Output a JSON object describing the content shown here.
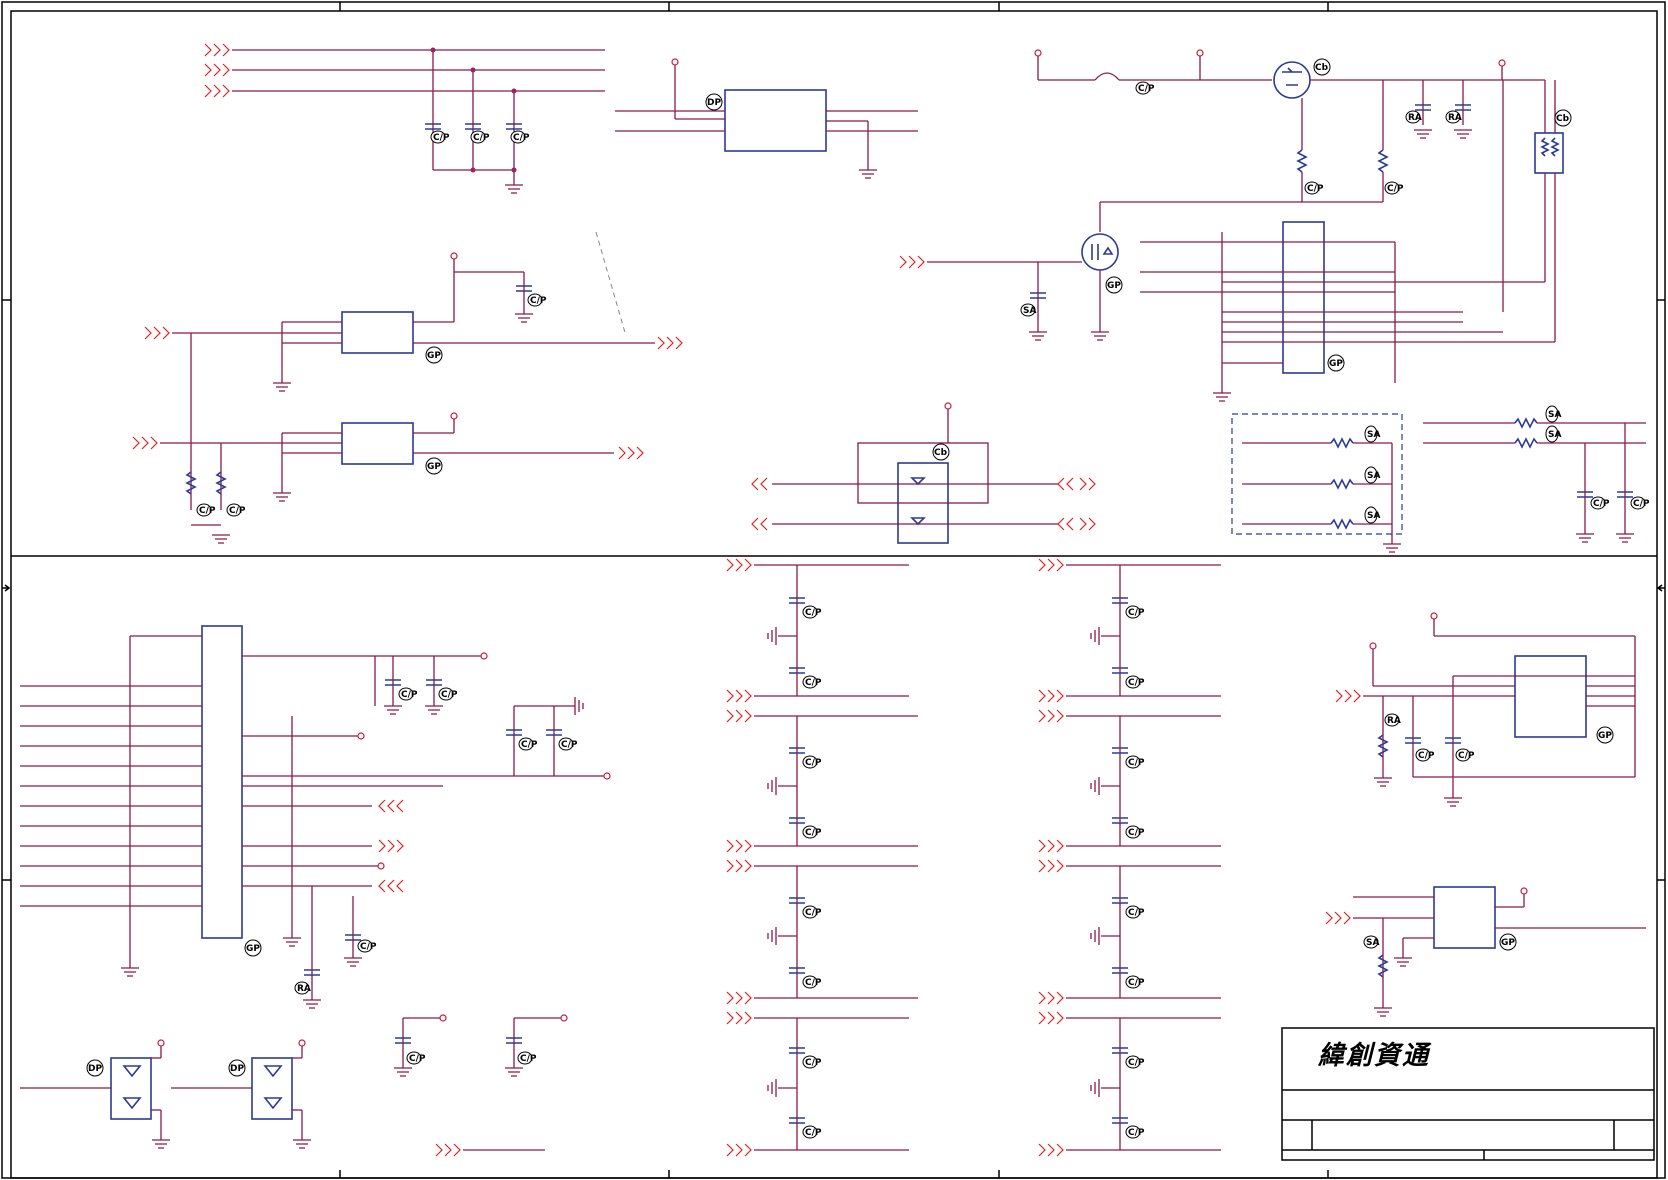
{
  "title_block": {
    "company": "緯創資通"
  },
  "tags": {
    "cp": "CP",
    "gp": "GP",
    "dp": "DP",
    "cb": "Cb",
    "sa": "SA",
    "ra": "RA",
    "cap": "C/P"
  },
  "colors": {
    "wire": "#8a1a4a",
    "symbol": "#2b3a96",
    "port_arrow": "#e02020",
    "frame": "#000000"
  }
}
